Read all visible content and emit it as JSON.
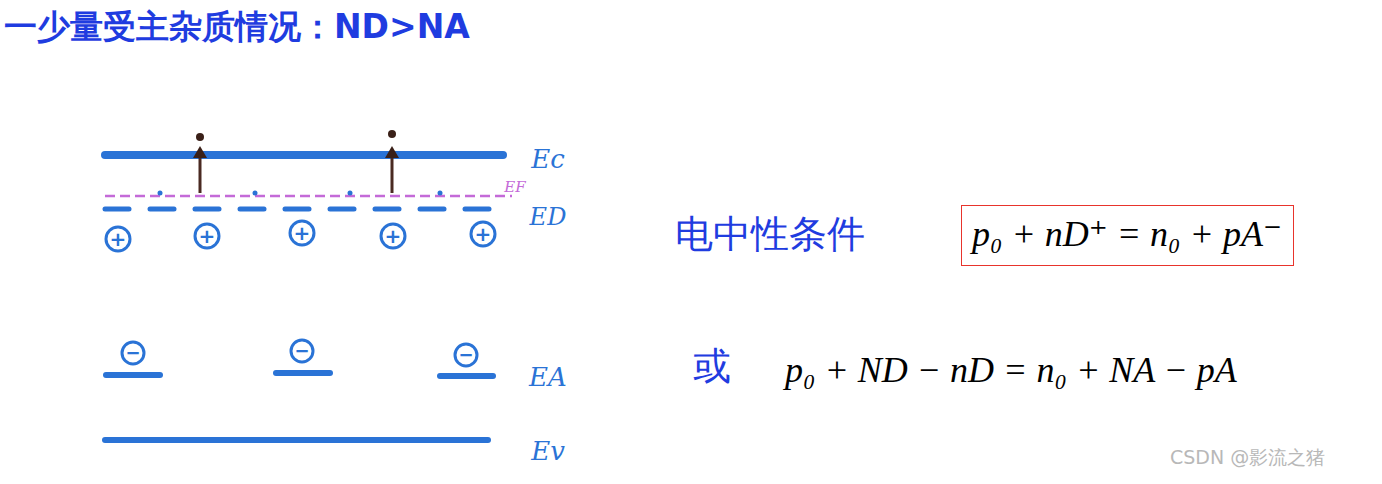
{
  "diagram": {
    "title": "一少量受主杂质情况：ND>NA",
    "nodes": [
      {
        "text": [
          "p₀ + nD⁺ = n₀ + pA⁻"
        ]
      }
    ],
    "labels": [
      "EF",
      "Ec",
      "ED",
      "+",
      "+",
      "+",
      "+",
      "+",
      "电中性条件",
      "−",
      "−",
      "−",
      "EA",
      "或",
      "p₀ + ND − nD = n₀ + NA − pA",
      "Ev",
      "CSDN @影流之猪"
    ]
  }
}
